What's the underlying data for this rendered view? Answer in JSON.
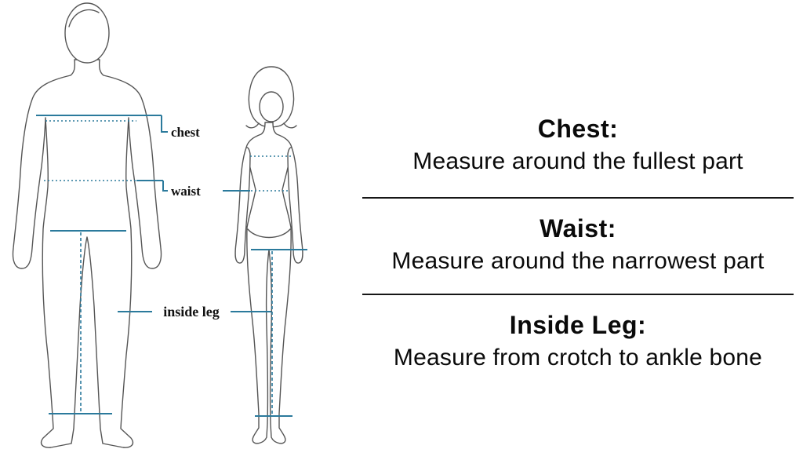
{
  "colors": {
    "measure_line": "#2b7a9c",
    "figure_outline": "#555555",
    "label_text": "#111111"
  },
  "diagram": {
    "chest_label": "chest",
    "waist_label": "waist",
    "inside_leg_label": "inside leg"
  },
  "instructions": [
    {
      "title": "Chest:",
      "description": "Measure around the fullest part"
    },
    {
      "title": "Waist:",
      "description": "Measure around the narrowest part"
    },
    {
      "title": "Inside Leg:",
      "description": "Measure from crotch to ankle bone"
    }
  ]
}
